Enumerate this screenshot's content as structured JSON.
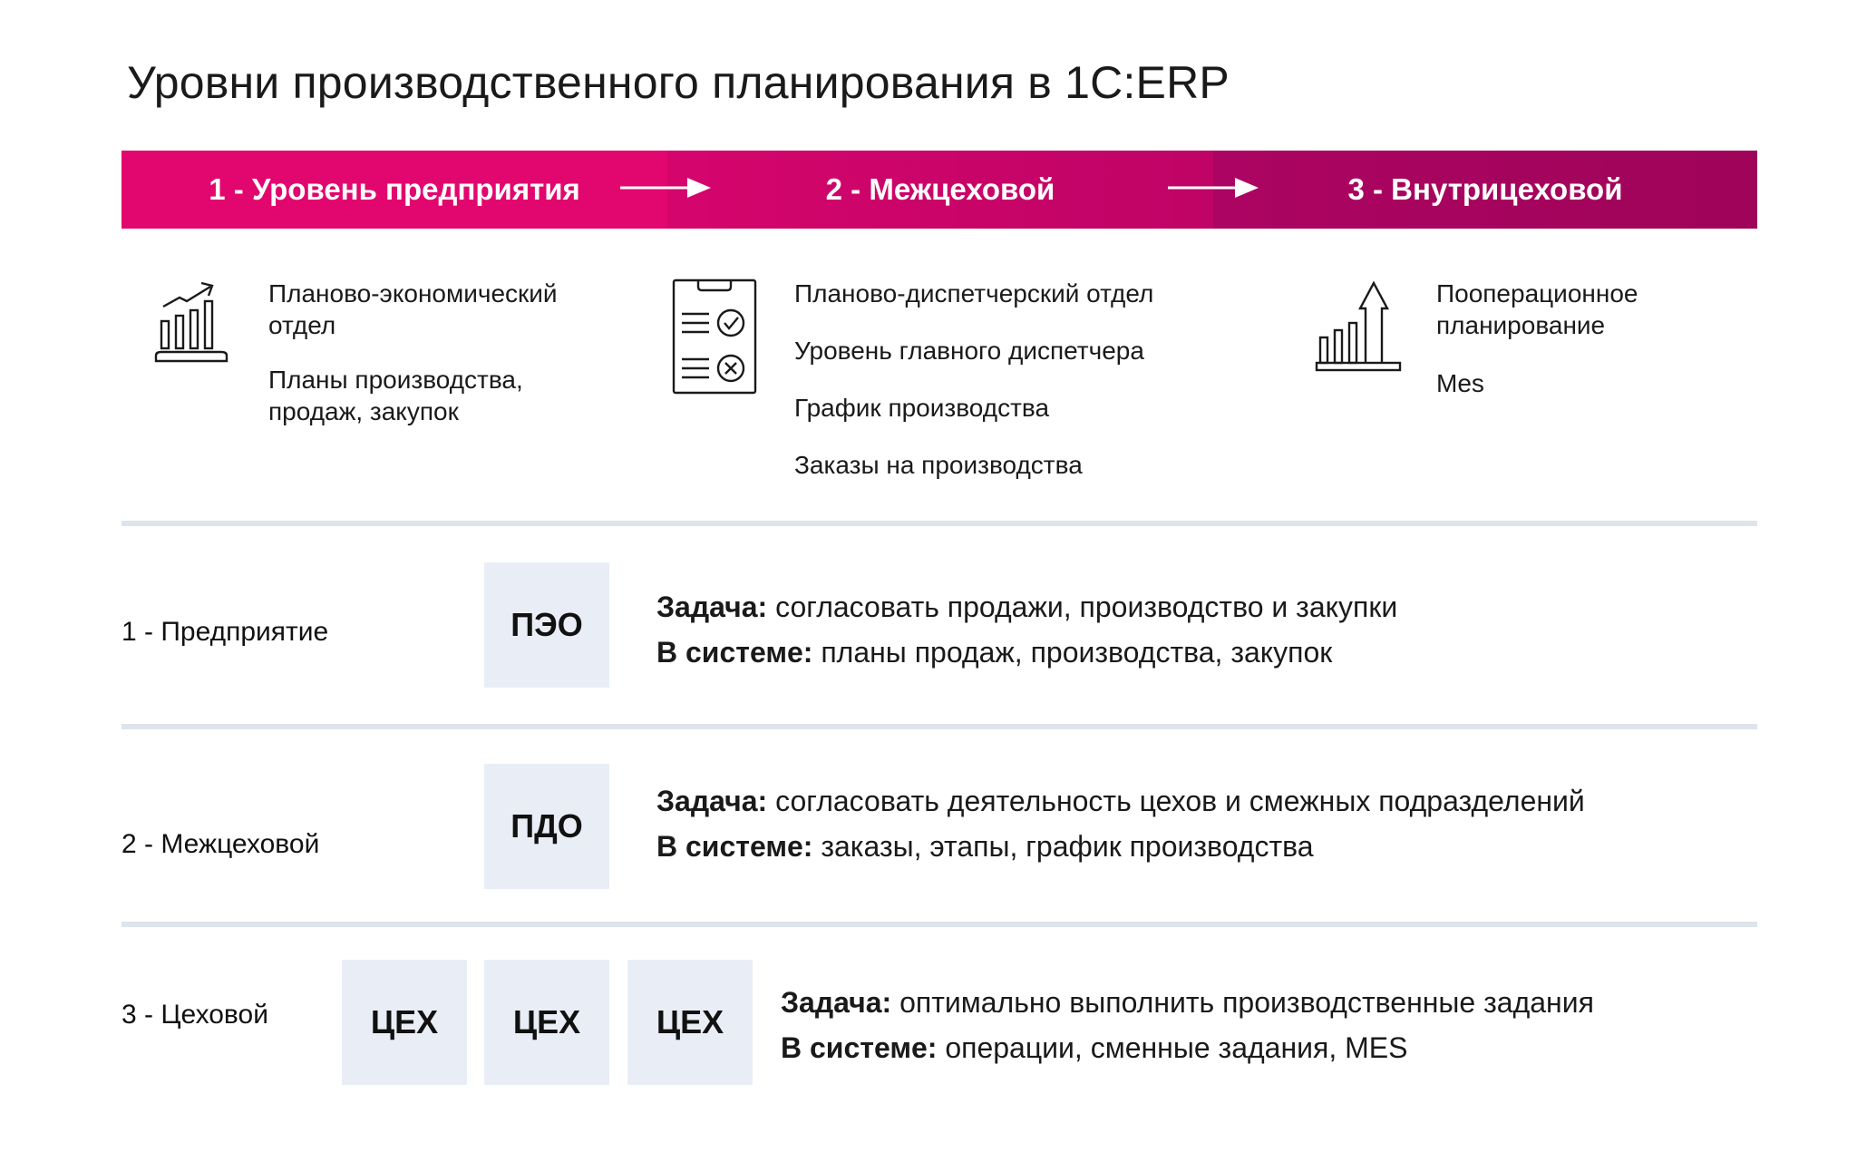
{
  "title": "Уровни производственного планирования в 1С:ERP",
  "banner": {
    "levels": [
      {
        "label": "1 - Уровень предприятия"
      },
      {
        "label": "2 - Межцеховой"
      },
      {
        "label": "3 - Внутрицеховой"
      }
    ],
    "colors": [
      "#e2066f",
      "#c80569",
      "#a3045b"
    ]
  },
  "columns": [
    {
      "icon": "growth-chart-icon",
      "lines": [
        "Планово-экономический",
        "отдел",
        "Планы производства,",
        "продаж, закупок"
      ]
    },
    {
      "icon": "checklist-clipboard-icon",
      "lines": [
        "Планово-диспетчерский отдел",
        "Уровень главного диспетчера",
        "График производства",
        "Заказы на производства"
      ]
    },
    {
      "icon": "bar-chart-up-arrow-icon",
      "lines": [
        "Пооперационное",
        "планирование",
        "Mes"
      ]
    }
  ],
  "rows": [
    {
      "label": "1 - Предприятие",
      "boxes": [
        "ПЭО"
      ],
      "task_label": "Задача:",
      "task_text": "согласовать продажи, производство и закупки",
      "system_label": "В системе:",
      "system_text": "планы продаж, производства, закупок"
    },
    {
      "label": "2 - Межцеховой",
      "boxes": [
        "ПДО"
      ],
      "task_label": "Задача:",
      "task_text": "согласовать деятельность цехов и смежных подразделений",
      "system_label": "В системе:",
      "system_text": "заказы, этапы, график производства"
    },
    {
      "label": "3 - Цеховой",
      "boxes": [
        "ЦЕХ",
        "ЦЕХ",
        "ЦЕХ"
      ],
      "task_label": "Задача:",
      "task_text": "оптимально выполнить производственные задания",
      "system_label": "В системе:",
      "system_text": "операции, сменные задания, MES"
    }
  ],
  "colors": {
    "accent": "#e2066f",
    "divider": "#dde4ec",
    "box_bg": "#e9eef6",
    "icon": "#1a1a1a"
  }
}
